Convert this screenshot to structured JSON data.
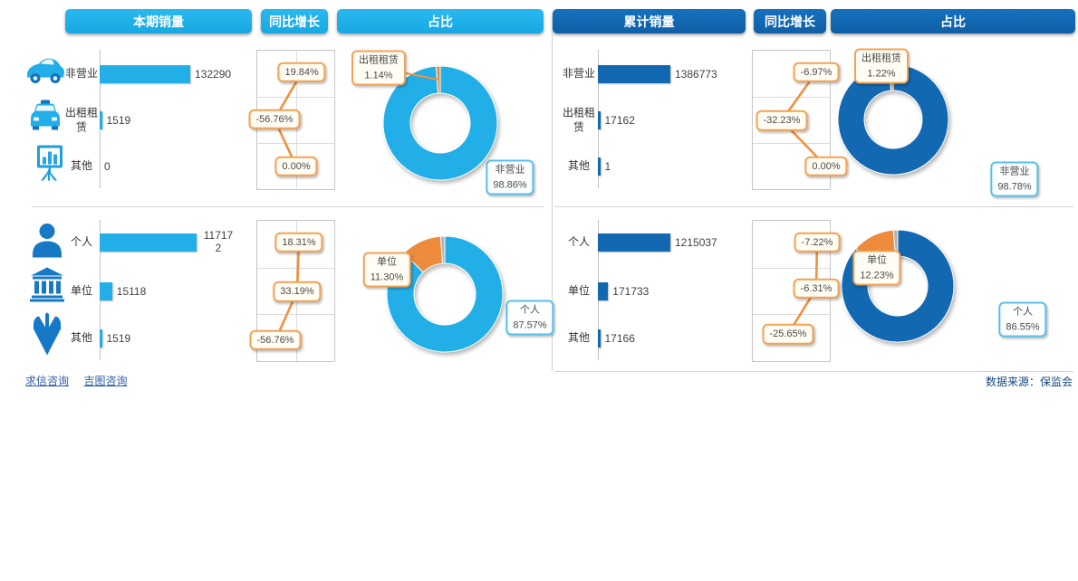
{
  "colors": {
    "light_blue": "#22afe8",
    "dark_blue": "#1268b1",
    "orange": "#ed8a3c",
    "line_orange": "#f0913d",
    "slice_gray": "#b3b3b3",
    "link": "#2d5ca8",
    "source_text": "#17477e"
  },
  "headers": {
    "left": [
      "本期销量",
      "同比增长",
      "占比"
    ],
    "right": [
      "累计销量",
      "同比增长",
      "占比"
    ]
  },
  "icons": [
    "car-icon",
    "taxi-icon",
    "chart-board-icon",
    "person-icon",
    "bank-icon",
    "down-arrow-icon"
  ],
  "footer": {
    "links": [
      {
        "label": "求信咨询"
      },
      {
        "label": "吉图咨询"
      }
    ],
    "source": "数据来源：保监会"
  },
  "chart_data": [
    {
      "id": "period-vehicle-bar",
      "type": "bar",
      "title": "本期销量",
      "categories": [
        "非营业",
        "出租租赁",
        "其他"
      ],
      "values": [
        132290,
        1519,
        0
      ],
      "value_labels": [
        "132290",
        "1519",
        "0"
      ]
    },
    {
      "id": "period-vehicle-growth",
      "type": "line",
      "title": "同比增长",
      "categories": [
        "非营业",
        "出租租赁",
        "其他"
      ],
      "values_pct": [
        19.84,
        -56.76,
        0.0
      ],
      "point_labels": [
        "19.84%",
        "-56.76%",
        "0.00%"
      ]
    },
    {
      "id": "period-vehicle-share",
      "type": "pie",
      "title": "占比",
      "slices": [
        {
          "label": "非营业",
          "pct": 98.86,
          "pct_label": "98.86%",
          "color": "#22afe8",
          "callout": "blue",
          "show_callout": true
        },
        {
          "label": "出租租赁",
          "pct": 1.14,
          "pct_label": "1.14%",
          "color": "#ed8a3c",
          "callout": "orange",
          "show_callout": true
        }
      ]
    },
    {
      "id": "period-customer-bar",
      "type": "bar",
      "title": "本期销量",
      "categories": [
        "个人",
        "单位",
        "其他"
      ],
      "values": [
        117172,
        15118,
        1519
      ],
      "value_labels": [
        "117172",
        "15118",
        "1519"
      ]
    },
    {
      "id": "period-customer-growth",
      "type": "line",
      "title": "同比增长",
      "categories": [
        "个人",
        "单位",
        "其他"
      ],
      "values_pct": [
        18.31,
        33.19,
        -56.76
      ],
      "point_labels": [
        "18.31%",
        "33.19%",
        "-56.76%"
      ]
    },
    {
      "id": "period-customer-share",
      "type": "pie",
      "title": "占比",
      "slices": [
        {
          "label": "个人",
          "pct": 87.57,
          "pct_label": "87.57%",
          "color": "#22afe8",
          "callout": "blue",
          "show_callout": true
        },
        {
          "label": "单位",
          "pct": 11.3,
          "pct_label": "11.30%",
          "color": "#ed8a3c",
          "callout": "orange",
          "show_callout": true
        },
        {
          "label": "其他",
          "pct": 1.13,
          "pct_label": "1.13%",
          "color": "#b3b3b3",
          "callout": "none",
          "show_callout": false
        }
      ]
    },
    {
      "id": "cumulative-vehicle-bar",
      "type": "bar",
      "title": "累计销量",
      "categories": [
        "非营业",
        "出租租赁",
        "其他"
      ],
      "values": [
        1386773,
        17162,
        1
      ],
      "value_labels": [
        "1386773",
        "17162",
        "1"
      ]
    },
    {
      "id": "cumulative-vehicle-growth",
      "type": "line",
      "title": "同比增长",
      "categories": [
        "非营业",
        "出租租赁",
        "其他"
      ],
      "values_pct": [
        -6.97,
        -32.23,
        0.0
      ],
      "point_labels": [
        "-6.97%",
        "-32.23%",
        "0.00%"
      ]
    },
    {
      "id": "cumulative-vehicle-share",
      "type": "pie",
      "title": "占比",
      "slices": [
        {
          "label": "非营业",
          "pct": 98.78,
          "pct_label": "98.78%",
          "color": "#1268b1",
          "callout": "blue",
          "show_callout": true
        },
        {
          "label": "出租租赁",
          "pct": 1.22,
          "pct_label": "1.22%",
          "color": "#ed8a3c",
          "callout": "orange",
          "show_callout": true
        }
      ]
    },
    {
      "id": "cumulative-customer-bar",
      "type": "bar",
      "title": "累计销量",
      "categories": [
        "个人",
        "单位",
        "其他"
      ],
      "values": [
        1215037,
        171733,
        17166
      ],
      "value_labels": [
        "1215037",
        "171733",
        "17166"
      ]
    },
    {
      "id": "cumulative-customer-growth",
      "type": "line",
      "title": "同比增长",
      "categories": [
        "个人",
        "单位",
        "其他"
      ],
      "values_pct": [
        -7.22,
        -6.31,
        -25.65
      ],
      "point_labels": [
        "-7.22%",
        "-6.31%",
        "-25.65%"
      ]
    },
    {
      "id": "cumulative-customer-share",
      "type": "pie",
      "title": "占比",
      "slices": [
        {
          "label": "个人",
          "pct": 86.55,
          "pct_label": "86.55%",
          "color": "#1268b1",
          "callout": "blue",
          "show_callout": true
        },
        {
          "label": "单位",
          "pct": 12.23,
          "pct_label": "12.23%",
          "color": "#ed8a3c",
          "callout": "orange",
          "show_callout": true
        },
        {
          "label": "其他",
          "pct": 1.22,
          "pct_label": "1.22%",
          "color": "#b3b3b3",
          "callout": "none",
          "show_callout": false
        }
      ]
    }
  ]
}
